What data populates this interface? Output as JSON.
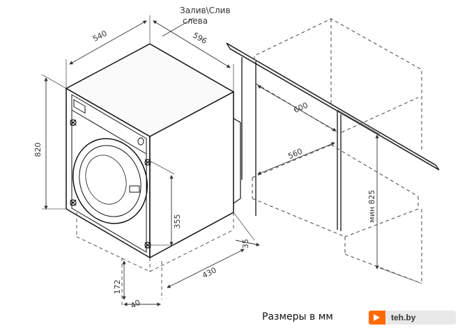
{
  "annotation": {
    "line1": "Залив\\Слив",
    "line2": "слева"
  },
  "dimensions": {
    "depth_top": "540",
    "width_top": "596",
    "height": "820",
    "door_height": "355",
    "side_depth": "430",
    "plinth_height": "172",
    "plinth_offset": "40",
    "hose_gap": "35",
    "niche_depth": "600",
    "niche_inner": "560",
    "niche_height": "мин 825"
  },
  "caption": "Размеры в мм",
  "logo": {
    "text": "teh.by",
    "accent": "#ff6a00"
  }
}
